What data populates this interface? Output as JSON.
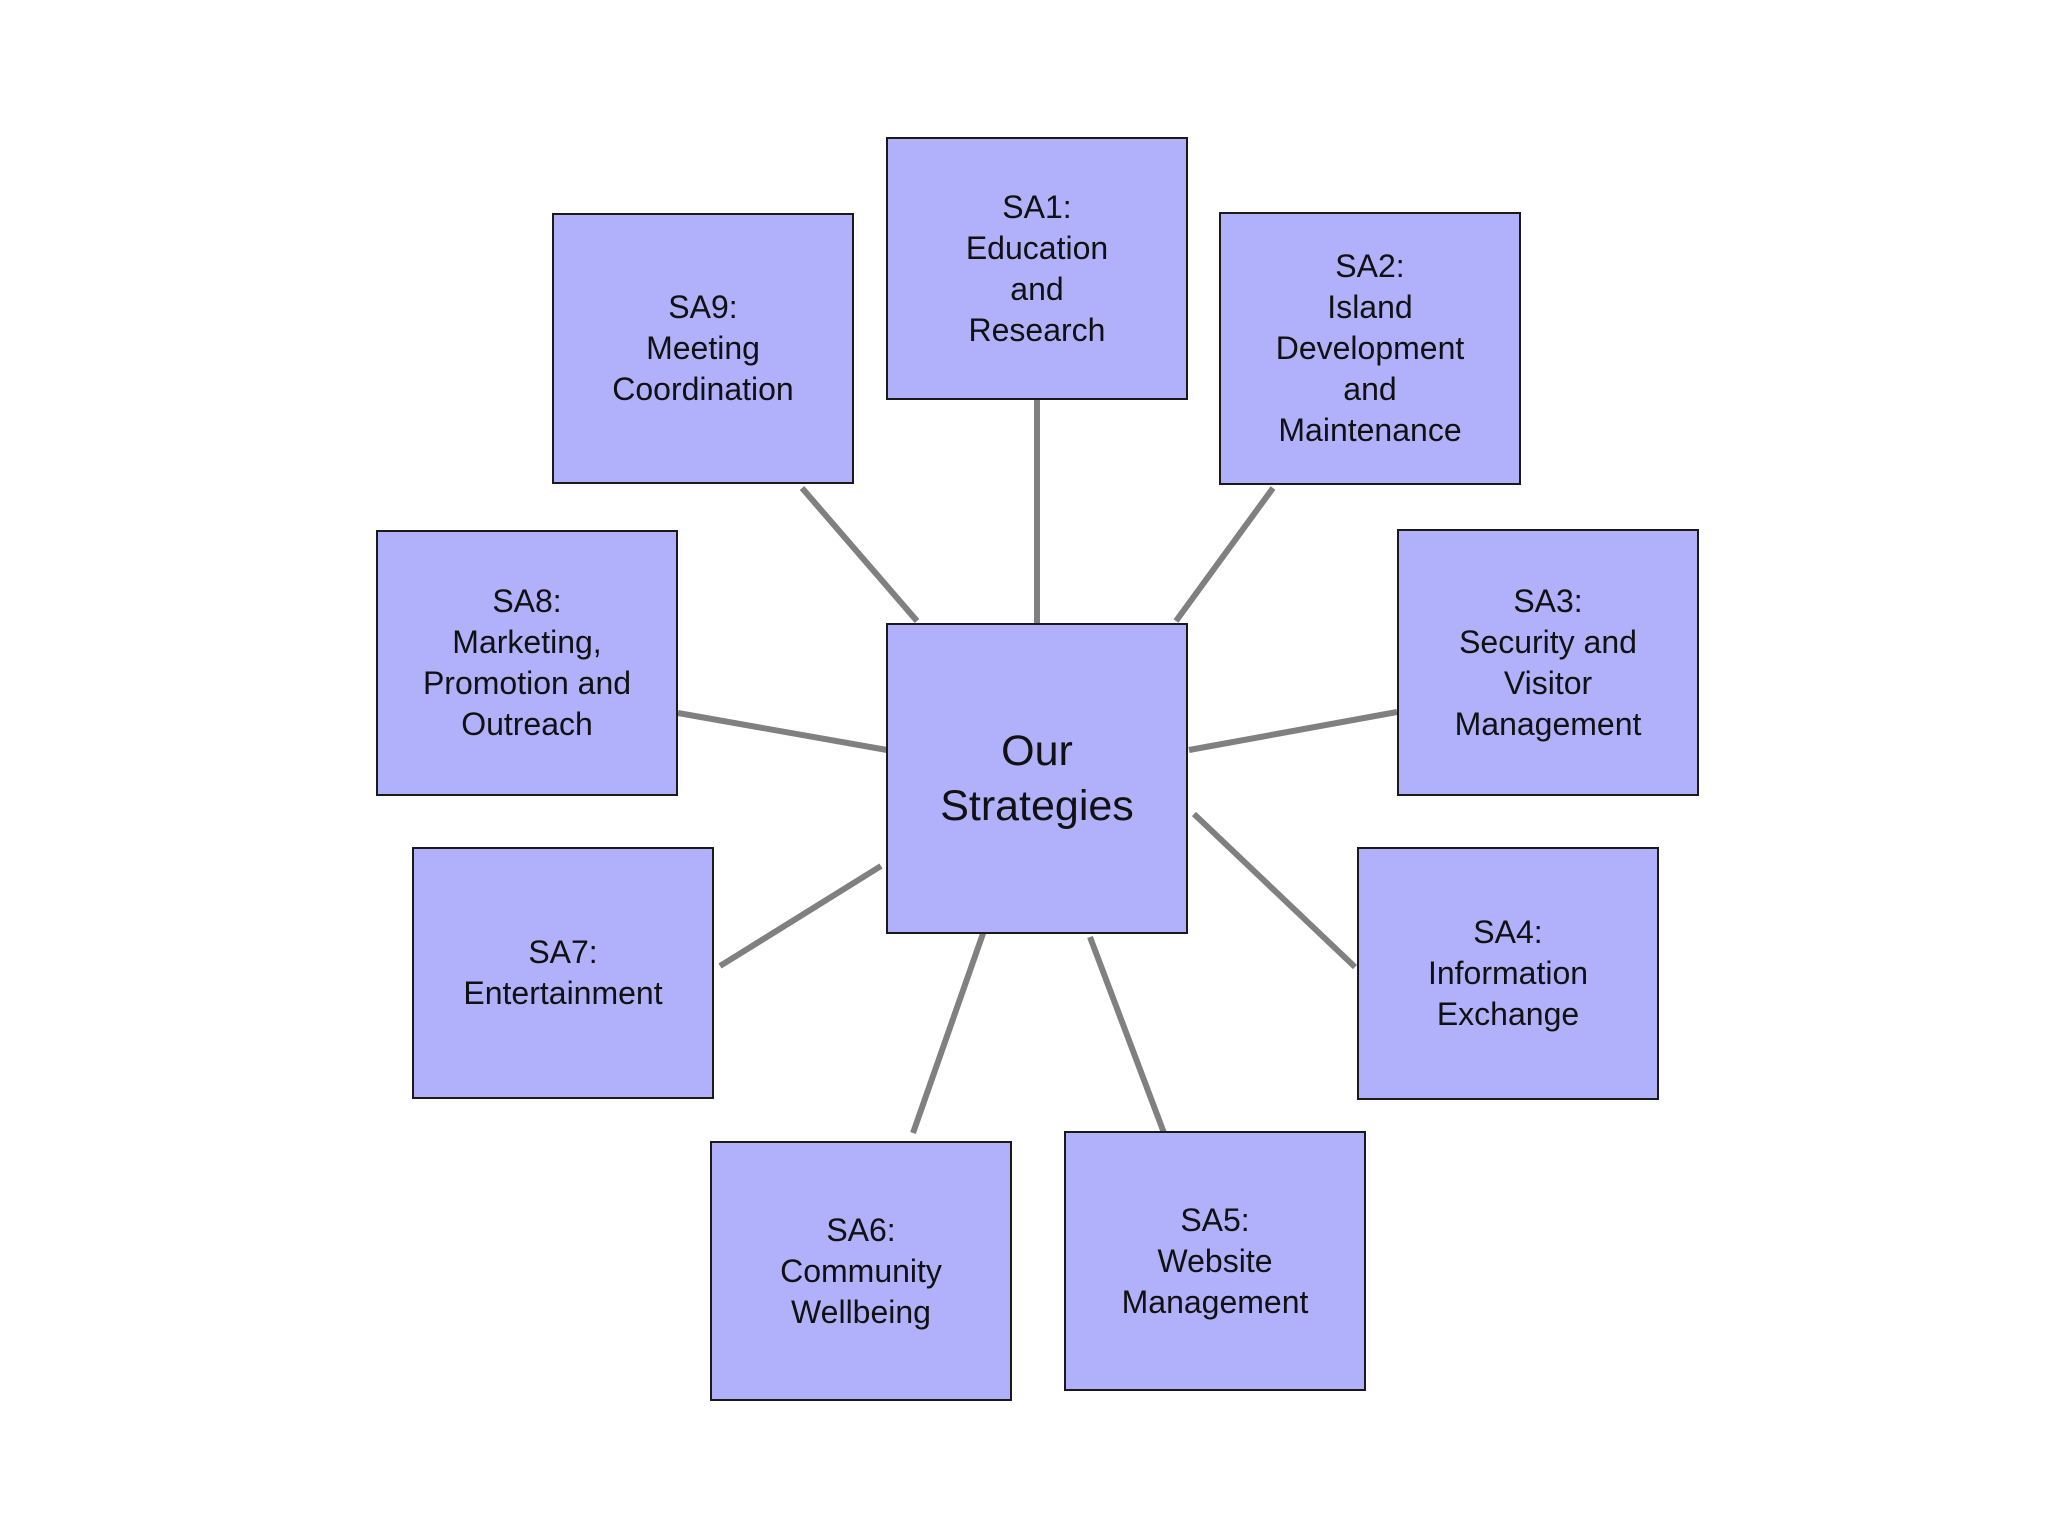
{
  "diagram": {
    "center": {
      "id": "center",
      "label": "Our\nStrategies"
    },
    "nodes": [
      {
        "id": "sa1",
        "label": "SA1:\nEducation\nand\nResearch"
      },
      {
        "id": "sa2",
        "label": "SA2:\nIsland\nDevelopment\nand\nMaintenance"
      },
      {
        "id": "sa3",
        "label": "SA3:\nSecurity and\nVisitor\nManagement"
      },
      {
        "id": "sa4",
        "label": "SA4:\nInformation\nExchange"
      },
      {
        "id": "sa5",
        "label": "SA5:\nWebsite\nManagement"
      },
      {
        "id": "sa6",
        "label": "SA6:\nCommunity\nWellbeing"
      },
      {
        "id": "sa7",
        "label": "SA7:\nEntertainment"
      },
      {
        "id": "sa8",
        "label": "SA8:\nMarketing,\nPromotion and\nOutreach"
      },
      {
        "id": "sa9",
        "label": "SA9:\nMeeting\nCoordination"
      }
    ],
    "colors": {
      "box_fill": "#b0b0fb",
      "box_border": "#1a1a1a",
      "connector": "#808080"
    }
  }
}
